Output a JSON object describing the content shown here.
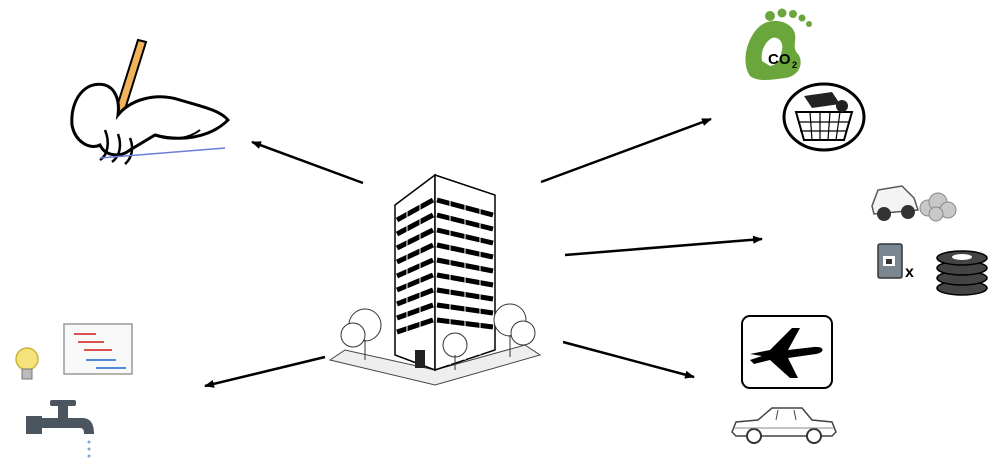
{
  "center": {
    "icon": "office-building-icon"
  },
  "arrows": [
    {
      "name": "arrow-to-writing",
      "target": "writing"
    },
    {
      "name": "arrow-to-carbon-shopping",
      "target": "carbon-shopping"
    },
    {
      "name": "arrow-to-vehicle-waste",
      "target": "vehicle-waste"
    },
    {
      "name": "arrow-to-energy-water",
      "target": "energy-water"
    },
    {
      "name": "arrow-to-travel",
      "target": "travel"
    }
  ],
  "icons": {
    "writing": "hand-writing-pencil-icon",
    "co2": "co2-footprint-icon",
    "basket": "shopping-basket-icon",
    "smoke_car": "exhaust-car-icon",
    "oil_can": "oil-can-icon",
    "tires": "tire-stack-icon",
    "bulb": "light-bulb-icon",
    "radiator": "radiator-heating-icon",
    "tap": "water-tap-icon",
    "plane": "airplane-icon",
    "car": "classic-car-icon"
  },
  "labels": {
    "co2_main": "CO",
    "co2_sub": "2",
    "oil_can_mark": "x"
  },
  "colors": {
    "arrow": "#000000",
    "footprint": "#6aa63c",
    "bulb": "#f6e27a",
    "radiator_heat": "#d9534f",
    "radiator_cool": "#4f8ad9",
    "tap": "#4a5560"
  }
}
